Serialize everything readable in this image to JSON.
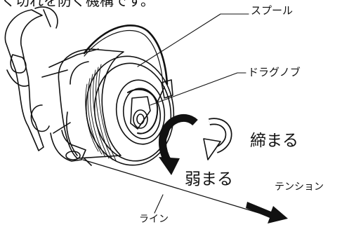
{
  "caption": "く切れを防ぐ機構です。",
  "labels": {
    "spool": "スプール",
    "drag_knob": "ドラグノブ",
    "tighten": "締まる",
    "loosen": "弱まる",
    "tension": "テンション",
    "line": "ライン"
  },
  "colors": {
    "ink": "#111111",
    "background": "#ffffff"
  },
  "icons": [
    "tighten-arrow-icon",
    "loosen-arrow-icon",
    "tension-arrow-icon"
  ]
}
